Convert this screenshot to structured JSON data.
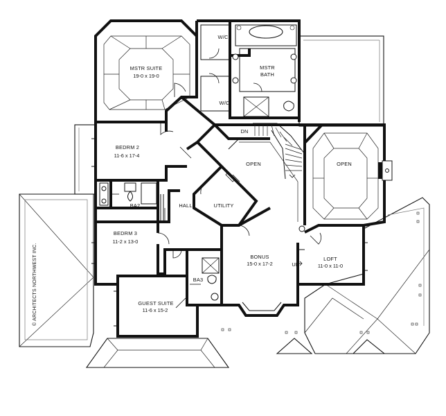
{
  "rooms": {
    "mstr_suite": {
      "name": "MSTR SUITE",
      "size": "19-0 x 19-0"
    },
    "wic_top": "W/C",
    "wic_bottom": "W/C",
    "mstr_bath": {
      "name": "MSTR",
      "name2": "BATH"
    },
    "bedrm2": {
      "name": "BEDRM 2",
      "size": "11-6 x 17-4"
    },
    "bedrm3": {
      "name": "BEDRM 3",
      "size": "11-2 x 13-0"
    },
    "ba2": "BA2",
    "ba3": "BA3",
    "hall": "HALL",
    "utility": "UTILITY",
    "open_left": "OPEN",
    "open_right": "OPEN",
    "bonus": {
      "name": "BONUS",
      "size": "15-0 x 17-2"
    },
    "loft": {
      "name": "LOFT",
      "size": "11-0 x 11-0"
    },
    "guest": {
      "name": "GUEST SUITE",
      "size": "11-6 x 15-2"
    }
  },
  "stairs": {
    "dn": "DN",
    "up": "UP"
  },
  "copyright": "© ARCHITECTS NORTHWEST INC."
}
